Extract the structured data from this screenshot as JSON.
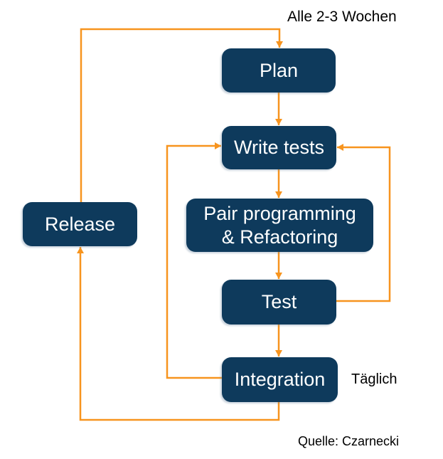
{
  "diagram": {
    "type": "flowchart",
    "nodes": [
      {
        "id": "plan",
        "label": "Plan"
      },
      {
        "id": "write-tests",
        "label": "Write tests"
      },
      {
        "id": "pair",
        "label": "Pair programming & Refactoring"
      },
      {
        "id": "test",
        "label": "Test"
      },
      {
        "id": "integration",
        "label": "Integration"
      },
      {
        "id": "release",
        "label": "Release"
      }
    ],
    "edges": [
      {
        "from": "plan",
        "to": "write-tests"
      },
      {
        "from": "write-tests",
        "to": "pair"
      },
      {
        "from": "pair",
        "to": "test"
      },
      {
        "from": "test",
        "to": "integration"
      },
      {
        "from": "test",
        "to": "write-tests",
        "kind": "feedback-loop-right"
      },
      {
        "from": "integration",
        "to": "write-tests",
        "kind": "feedback-loop-left"
      },
      {
        "from": "integration",
        "to": "release",
        "kind": "feedback-loop-bottom"
      },
      {
        "from": "release",
        "to": "plan",
        "kind": "cycle-loop-top",
        "label": "Alle 2-3 Wochen"
      }
    ],
    "annotations": {
      "cycle_label": "Alle 2-3 Wochen",
      "daily_label": "Täglich",
      "source_label": "Quelle: Czarnecki"
    },
    "colors": {
      "box_fill": "#0e3a5c",
      "box_text": "#ffffff",
      "arrow": "#f7941e",
      "label_text": "#000000",
      "background": "#ffffff"
    }
  }
}
